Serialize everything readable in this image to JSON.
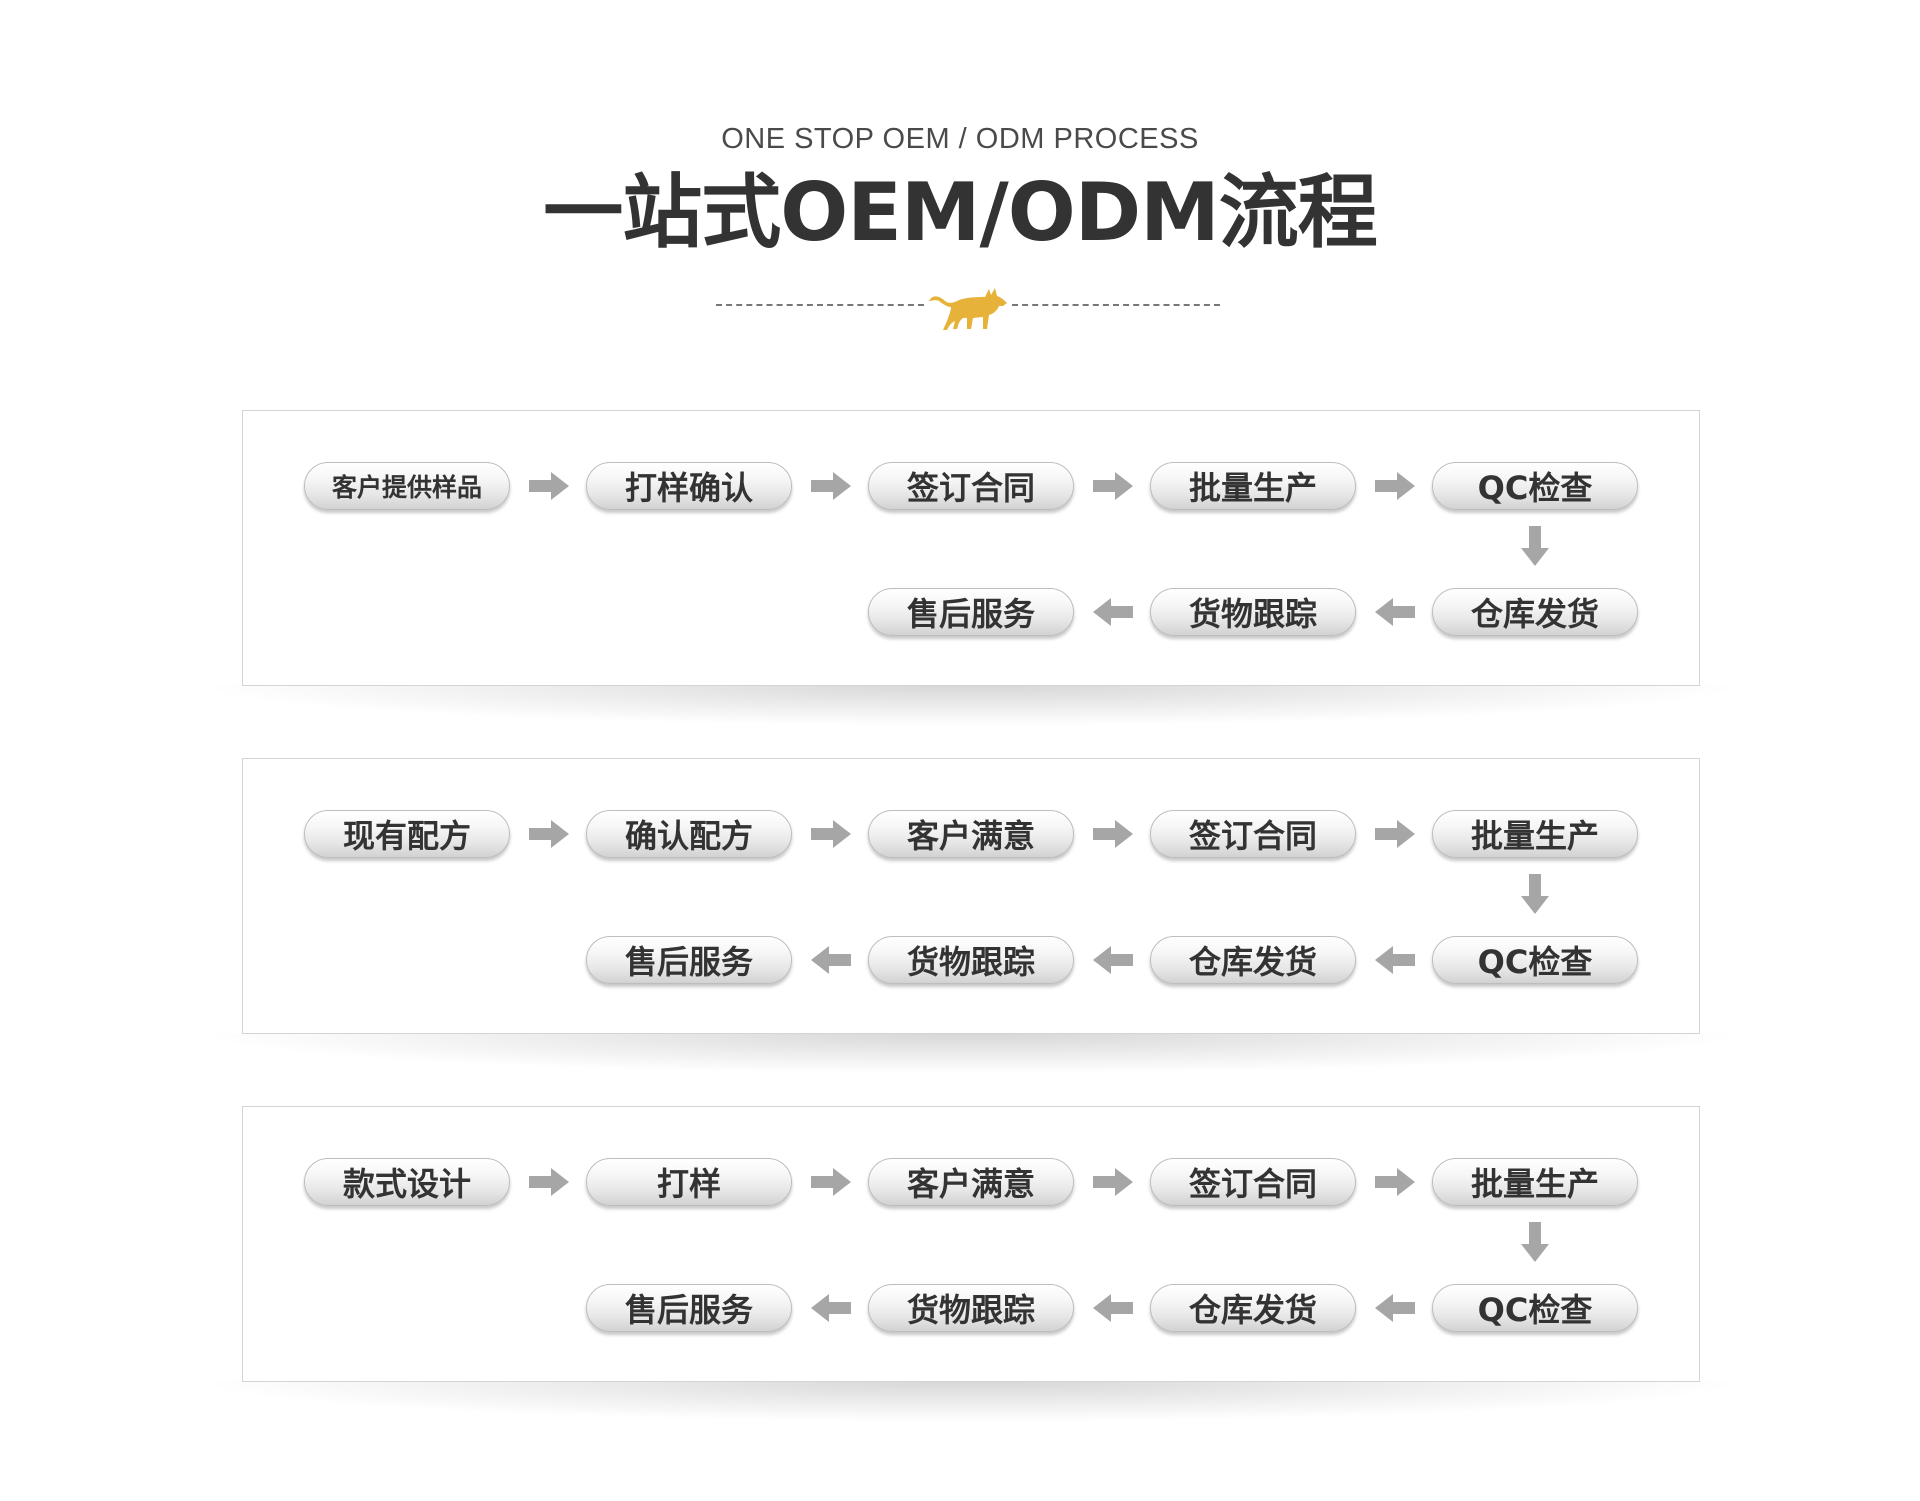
{
  "header": {
    "subtitle": "ONE STOP OEM / ODM PROCESS",
    "title": "一站式OEM/ODM流程"
  },
  "colors": {
    "accent_cat": "#e6b23a",
    "arrow": "#a6a6a6",
    "panel_border": "#d4d4d4",
    "text": "#333333"
  },
  "divider": {
    "icon": "cat-icon"
  },
  "flows": [
    {
      "top_row": [
        "客户提供样品",
        "打样确认",
        "签订合同",
        "批量生产",
        "QC检查"
      ],
      "bottom_row": [
        "售后服务",
        "货物跟踪",
        "仓库发货"
      ]
    },
    {
      "top_row": [
        "现有配方",
        "确认配方",
        "客户满意",
        "签订合同",
        "批量生产"
      ],
      "bottom_row": [
        "售后服务",
        "货物跟踪",
        "仓库发货",
        "QC检查"
      ]
    },
    {
      "top_row": [
        "款式设计",
        "打样",
        "客户满意",
        "签订合同",
        "批量生产"
      ],
      "bottom_row": [
        "售后服务",
        "货物跟踪",
        "仓库发货",
        "QC检查"
      ]
    }
  ]
}
